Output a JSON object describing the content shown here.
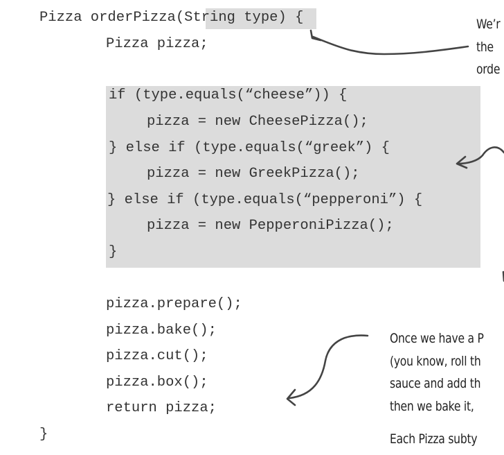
{
  "code": {
    "method_pre": "Pizza orderPizza(",
    "method_param": "String type",
    "method_post": ") {",
    "decl": "Pizza pizza;",
    "if_line": "if (type.equals(“cheese”)) {",
    "new_cheese": "pizza = new CheesePizza();",
    "elseif_greek": "} else if (type.equals(“greek”) {",
    "new_greek": "pizza = new GreekPizza();",
    "elseif_pepperoni": "} else if (type.equals(“pepperoni”) {",
    "new_pepperoni": "pizza = new PepperoniPizza();",
    "close_if": "}",
    "prepare": "pizza.prepare();",
    "bake": "pizza.bake();",
    "cut": "pizza.cut();",
    "box": "pizza.box();",
    "return": "return pizza;",
    "close_method": "}"
  },
  "notes": {
    "top_line1": "We’r",
    "top_line2": "the",
    "top_line3": "orde",
    "bottom_line1": "Once we have a P",
    "bottom_line2": "(you know, roll th",
    "bottom_line3": "sauce and add th",
    "bottom_line4": "then we bake it,",
    "bottom_line5": "Each Pizza subty"
  }
}
